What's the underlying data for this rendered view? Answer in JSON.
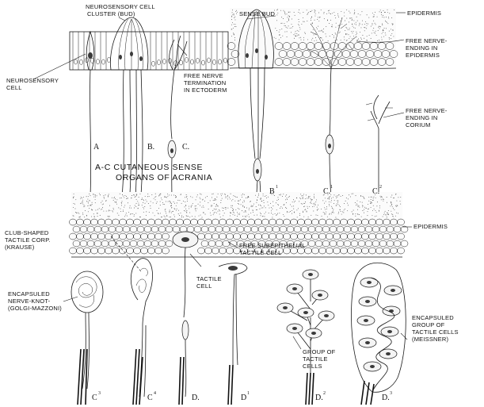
{
  "labels": {
    "neurosensory_cluster": [
      "NEUROSENSORY CELL",
      "CLUSTER (BUD)"
    ],
    "neurosensory_cell": [
      "NEUROSENSORY",
      "CELL"
    ],
    "free_nerve_ectoderm": [
      "FREE NERVE",
      "TERMINATION",
      "IN ECTODERM"
    ],
    "sense_bud": "SENSE BUD",
    "epidermis_top": "EPIDERMIS",
    "free_nerve_epidermis": [
      "FREE NERVE-",
      "ENDING IN",
      "EPIDERMIS"
    ],
    "free_nerve_corium": [
      "FREE NERVE-",
      "ENDING IN",
      "CORIUM"
    ],
    "acrania_caption": [
      "A-C  CUTANEOUS SENSE",
      "ORGANS OF ACRANIA"
    ],
    "epidermis_bottom": "EPIDERMIS",
    "club_shaped": [
      "CLUB-SHAPED",
      "TACTILE CORP.",
      "(KRAUSE)"
    ],
    "free_subepithelial": [
      "FREE SUBEPITHELIAL",
      "TACTILE CELL"
    ],
    "tactile_cell": [
      "TACTILE",
      "CELL"
    ],
    "encapsuled_knot": [
      "ENCAPSULED",
      "NERVE-KNOT-",
      "(GOLGI-MAZZONI)"
    ],
    "group_tactile": [
      "GROUP OF",
      "TACTILE",
      "CELLS"
    ],
    "encapsuled_group": [
      "ENCAPSULED",
      "GROUP OF",
      "TACTILE CELLS",
      "(MEISSNER)"
    ]
  },
  "figure_letters": {
    "A": "A",
    "B": "B.",
    "C": "C.",
    "B1": "B",
    "B1_sup": "1",
    "C1": "C.",
    "C1_sup": "1",
    "C2": "C.",
    "C2_sup": "2",
    "C3": "C",
    "C3_sup": "3",
    "C4": "C",
    "C4_sup": "4",
    "D": "D.",
    "D1": "D",
    "D1_sup": "1",
    "D2": "D.",
    "D2_sup": "2",
    "D3": "D.",
    "D3_sup": "3"
  }
}
